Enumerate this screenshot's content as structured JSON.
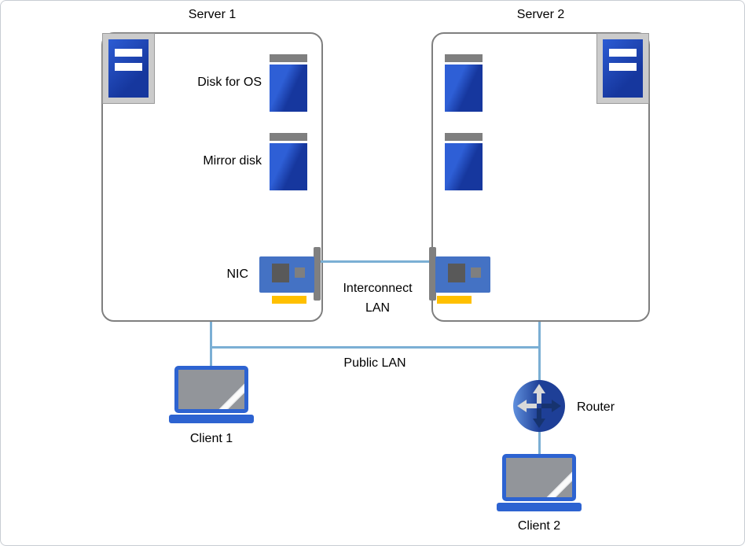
{
  "diagram": {
    "server1": {
      "title": "Server 1",
      "disk_for_os_label": "Disk for OS",
      "mirror_disk_label": "Mirror disk",
      "nic_label": "NIC"
    },
    "server2": {
      "title": "Server 2"
    },
    "links": {
      "interconnect_line1": "Interconnect",
      "interconnect_line2": "LAN",
      "public_lan": "Public LAN"
    },
    "devices": {
      "client1": "Client 1",
      "client2": "Client 2",
      "router": "Router"
    },
    "colors": {
      "device_blue": "#16379e",
      "laptop_blue": "#2d63d1",
      "nic_blue": "#4472c4",
      "nic_connector_yellow": "#ffc000",
      "lan_line_blue": "#7bafd4",
      "frame_gray": "#808080",
      "router_navy": "#1e3f97"
    }
  }
}
